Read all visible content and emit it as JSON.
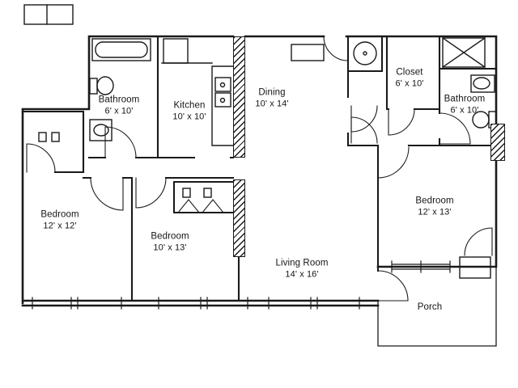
{
  "drawing": {
    "background": "#ffffff",
    "line_color": "#1a1a1a"
  },
  "rooms": {
    "bathroom_left": {
      "name": "Bathroom",
      "dims": "6' x 10'"
    },
    "kitchen": {
      "name": "Kitchen",
      "dims": "10' x 10'"
    },
    "dining": {
      "name": "Dining",
      "dims": "10' x 14'"
    },
    "closet": {
      "name": "Closet",
      "dims": "6' x 10'"
    },
    "bathroom_right": {
      "name": "Bathroom",
      "dims": "6' x 10'"
    },
    "bedroom_left": {
      "name": "Bedroom",
      "dims": "12' x 12'"
    },
    "bedroom_middle": {
      "name": "Bedroom",
      "dims": "10' x 13'"
    },
    "bedroom_right": {
      "name": "Bedroom",
      "dims": "12' x 13'"
    },
    "living_room": {
      "name": "Living Room",
      "dims": "14' x 16'"
    },
    "porch": {
      "name": "Porch",
      "dims": ""
    }
  }
}
